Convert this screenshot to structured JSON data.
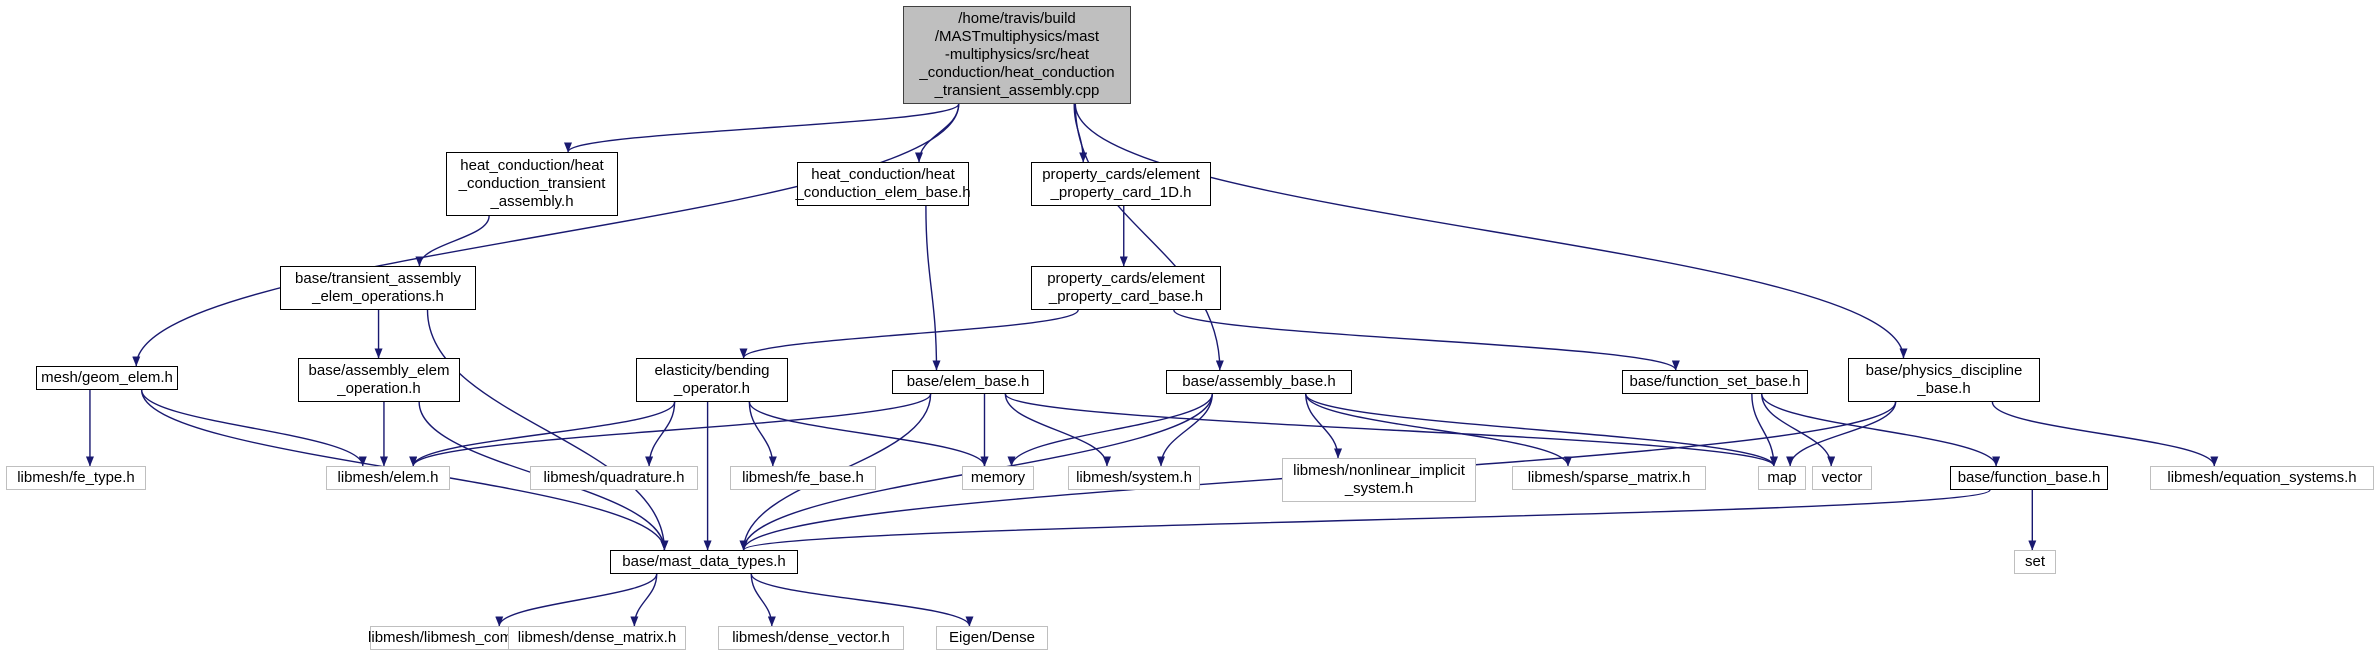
{
  "colors": {
    "edge": "#191970",
    "root_fill": "#bfbfbf",
    "doc_border": "#000000",
    "ext_border": "#bfbfbf"
  },
  "nodes": {
    "root": {
      "label": "/home/travis/build\n/MASTmultiphysics/mast\n-multiphysics/src/heat\n_conduction/heat_conduction\n_transient_assembly.cpp",
      "kind": "root"
    },
    "hc_transient_h": {
      "label": "heat_conduction/heat\n_conduction_transient\n_assembly.h",
      "kind": "doc"
    },
    "hc_elem_base_h": {
      "label": "heat_conduction/heat\n_conduction_elem_base.h",
      "kind": "doc"
    },
    "pc_1d_h": {
      "label": "property_cards/element\n_property_card_1D.h",
      "kind": "doc"
    },
    "transient_ops_h": {
      "label": "base/transient_assembly\n_elem_operations.h",
      "kind": "doc"
    },
    "pc_base_h": {
      "label": "property_cards/element\n_property_card_base.h",
      "kind": "doc"
    },
    "geom_elem_h": {
      "label": "mesh/geom_elem.h",
      "kind": "doc"
    },
    "assembly_op_h": {
      "label": "base/assembly_elem\n_operation.h",
      "kind": "doc"
    },
    "bending_h": {
      "label": "elasticity/bending\n_operator.h",
      "kind": "doc"
    },
    "elem_base_h": {
      "label": "base/elem_base.h",
      "kind": "doc"
    },
    "assembly_base_h": {
      "label": "base/assembly_base.h",
      "kind": "doc"
    },
    "fn_set_base_h": {
      "label": "base/function_set_base.h",
      "kind": "doc"
    },
    "physics_h": {
      "label": "base/physics_discipline\n_base.h",
      "kind": "doc"
    },
    "fe_type": {
      "label": "libmesh/fe_type.h",
      "kind": "ext"
    },
    "elem": {
      "label": "libmesh/elem.h",
      "kind": "ext"
    },
    "quadrature": {
      "label": "libmesh/quadrature.h",
      "kind": "ext"
    },
    "fe_base": {
      "label": "libmesh/fe_base.h",
      "kind": "ext"
    },
    "memory": {
      "label": "memory",
      "kind": "ext"
    },
    "system": {
      "label": "libmesh/system.h",
      "kind": "ext"
    },
    "nonlinear": {
      "label": "libmesh/nonlinear_implicit\n_system.h",
      "kind": "ext"
    },
    "sparse": {
      "label": "libmesh/sparse_matrix.h",
      "kind": "ext"
    },
    "map": {
      "label": "map",
      "kind": "ext"
    },
    "vector": {
      "label": "vector",
      "kind": "ext"
    },
    "fn_base_h": {
      "label": "base/function_base.h",
      "kind": "doc"
    },
    "eq_systems": {
      "label": "libmesh/equation_systems.h",
      "kind": "ext"
    },
    "mast_types_h": {
      "label": "base/mast_data_types.h",
      "kind": "doc"
    },
    "set": {
      "label": "set",
      "kind": "ext"
    },
    "libmesh_common": {
      "label": "libmesh/libmesh_common.h",
      "kind": "ext"
    },
    "dense_matrix": {
      "label": "libmesh/dense_matrix.h",
      "kind": "ext"
    },
    "dense_vector": {
      "label": "libmesh/dense_vector.h",
      "kind": "ext"
    },
    "eigen": {
      "label": "Eigen/Dense",
      "kind": "ext"
    }
  },
  "edges": [
    [
      "root",
      "hc_transient_h"
    ],
    [
      "root",
      "hc_elem_base_h"
    ],
    [
      "root",
      "pc_1d_h"
    ],
    [
      "root",
      "geom_elem_h"
    ],
    [
      "root",
      "assembly_base_h"
    ],
    [
      "root",
      "physics_h"
    ],
    [
      "hc_transient_h",
      "transient_ops_h"
    ],
    [
      "transient_ops_h",
      "assembly_op_h"
    ],
    [
      "transient_ops_h",
      "mast_types_h"
    ],
    [
      "pc_1d_h",
      "pc_base_h"
    ],
    [
      "pc_base_h",
      "bending_h"
    ],
    [
      "pc_base_h",
      "fn_set_base_h"
    ],
    [
      "hc_elem_base_h",
      "elem_base_h"
    ],
    [
      "geom_elem_h",
      "fe_type"
    ],
    [
      "geom_elem_h",
      "elem"
    ],
    [
      "geom_elem_h",
      "mast_types_h"
    ],
    [
      "assembly_op_h",
      "elem"
    ],
    [
      "assembly_op_h",
      "mast_types_h"
    ],
    [
      "bending_h",
      "elem"
    ],
    [
      "bending_h",
      "quadrature"
    ],
    [
      "bending_h",
      "fe_base"
    ],
    [
      "bending_h",
      "memory"
    ],
    [
      "bending_h",
      "mast_types_h"
    ],
    [
      "elem_base_h",
      "elem"
    ],
    [
      "elem_base_h",
      "memory"
    ],
    [
      "elem_base_h",
      "system"
    ],
    [
      "elem_base_h",
      "map"
    ],
    [
      "elem_base_h",
      "mast_types_h"
    ],
    [
      "assembly_base_h",
      "memory"
    ],
    [
      "assembly_base_h",
      "system"
    ],
    [
      "assembly_base_h",
      "nonlinear"
    ],
    [
      "assembly_base_h",
      "sparse"
    ],
    [
      "assembly_base_h",
      "map"
    ],
    [
      "assembly_base_h",
      "mast_types_h"
    ],
    [
      "fn_set_base_h",
      "map"
    ],
    [
      "fn_set_base_h",
      "vector"
    ],
    [
      "fn_set_base_h",
      "fn_base_h"
    ],
    [
      "physics_h",
      "map"
    ],
    [
      "physics_h",
      "eq_systems"
    ],
    [
      "physics_h",
      "mast_types_h"
    ],
    [
      "fn_base_h",
      "set"
    ],
    [
      "fn_base_h",
      "mast_types_h"
    ],
    [
      "mast_types_h",
      "libmesh_common"
    ],
    [
      "mast_types_h",
      "dense_matrix"
    ],
    [
      "mast_types_h",
      "dense_vector"
    ],
    [
      "mast_types_h",
      "eigen"
    ]
  ]
}
